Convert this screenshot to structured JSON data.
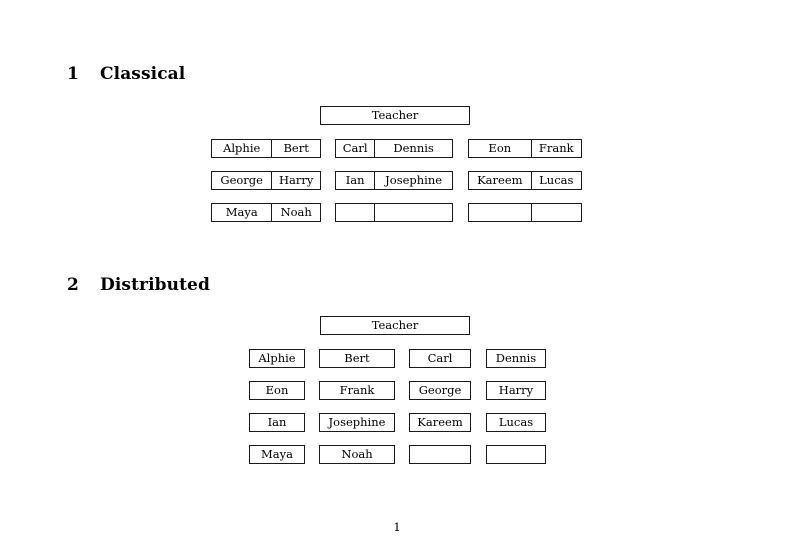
{
  "document": {
    "page_number": "1"
  },
  "sections": [
    {
      "number": "1",
      "title": "Classical",
      "layout": "paired-tables",
      "teacher_label": "Teacher",
      "rows": [
        [
          [
            "Alphie",
            "Bert"
          ],
          [
            "Carl",
            "Dennis"
          ],
          [
            "Eon",
            "Frank"
          ]
        ],
        [
          [
            "George",
            "Harry"
          ],
          [
            "Ian",
            "Josephine"
          ],
          [
            "Kareem",
            "Lucas"
          ]
        ],
        [
          [
            "Maya",
            "Noah"
          ],
          [
            "",
            ""
          ],
          [
            "",
            ""
          ]
        ]
      ]
    },
    {
      "number": "2",
      "title": "Distributed",
      "layout": "individual-desks",
      "teacher_label": "Teacher",
      "rows": [
        [
          "Alphie",
          "Bert",
          "Carl",
          "Dennis"
        ],
        [
          "Eon",
          "Frank",
          "George",
          "Harry"
        ],
        [
          "Ian",
          "Josephine",
          "Kareem",
          "Lucas"
        ],
        [
          "Maya",
          "Noah",
          "",
          ""
        ]
      ]
    }
  ]
}
